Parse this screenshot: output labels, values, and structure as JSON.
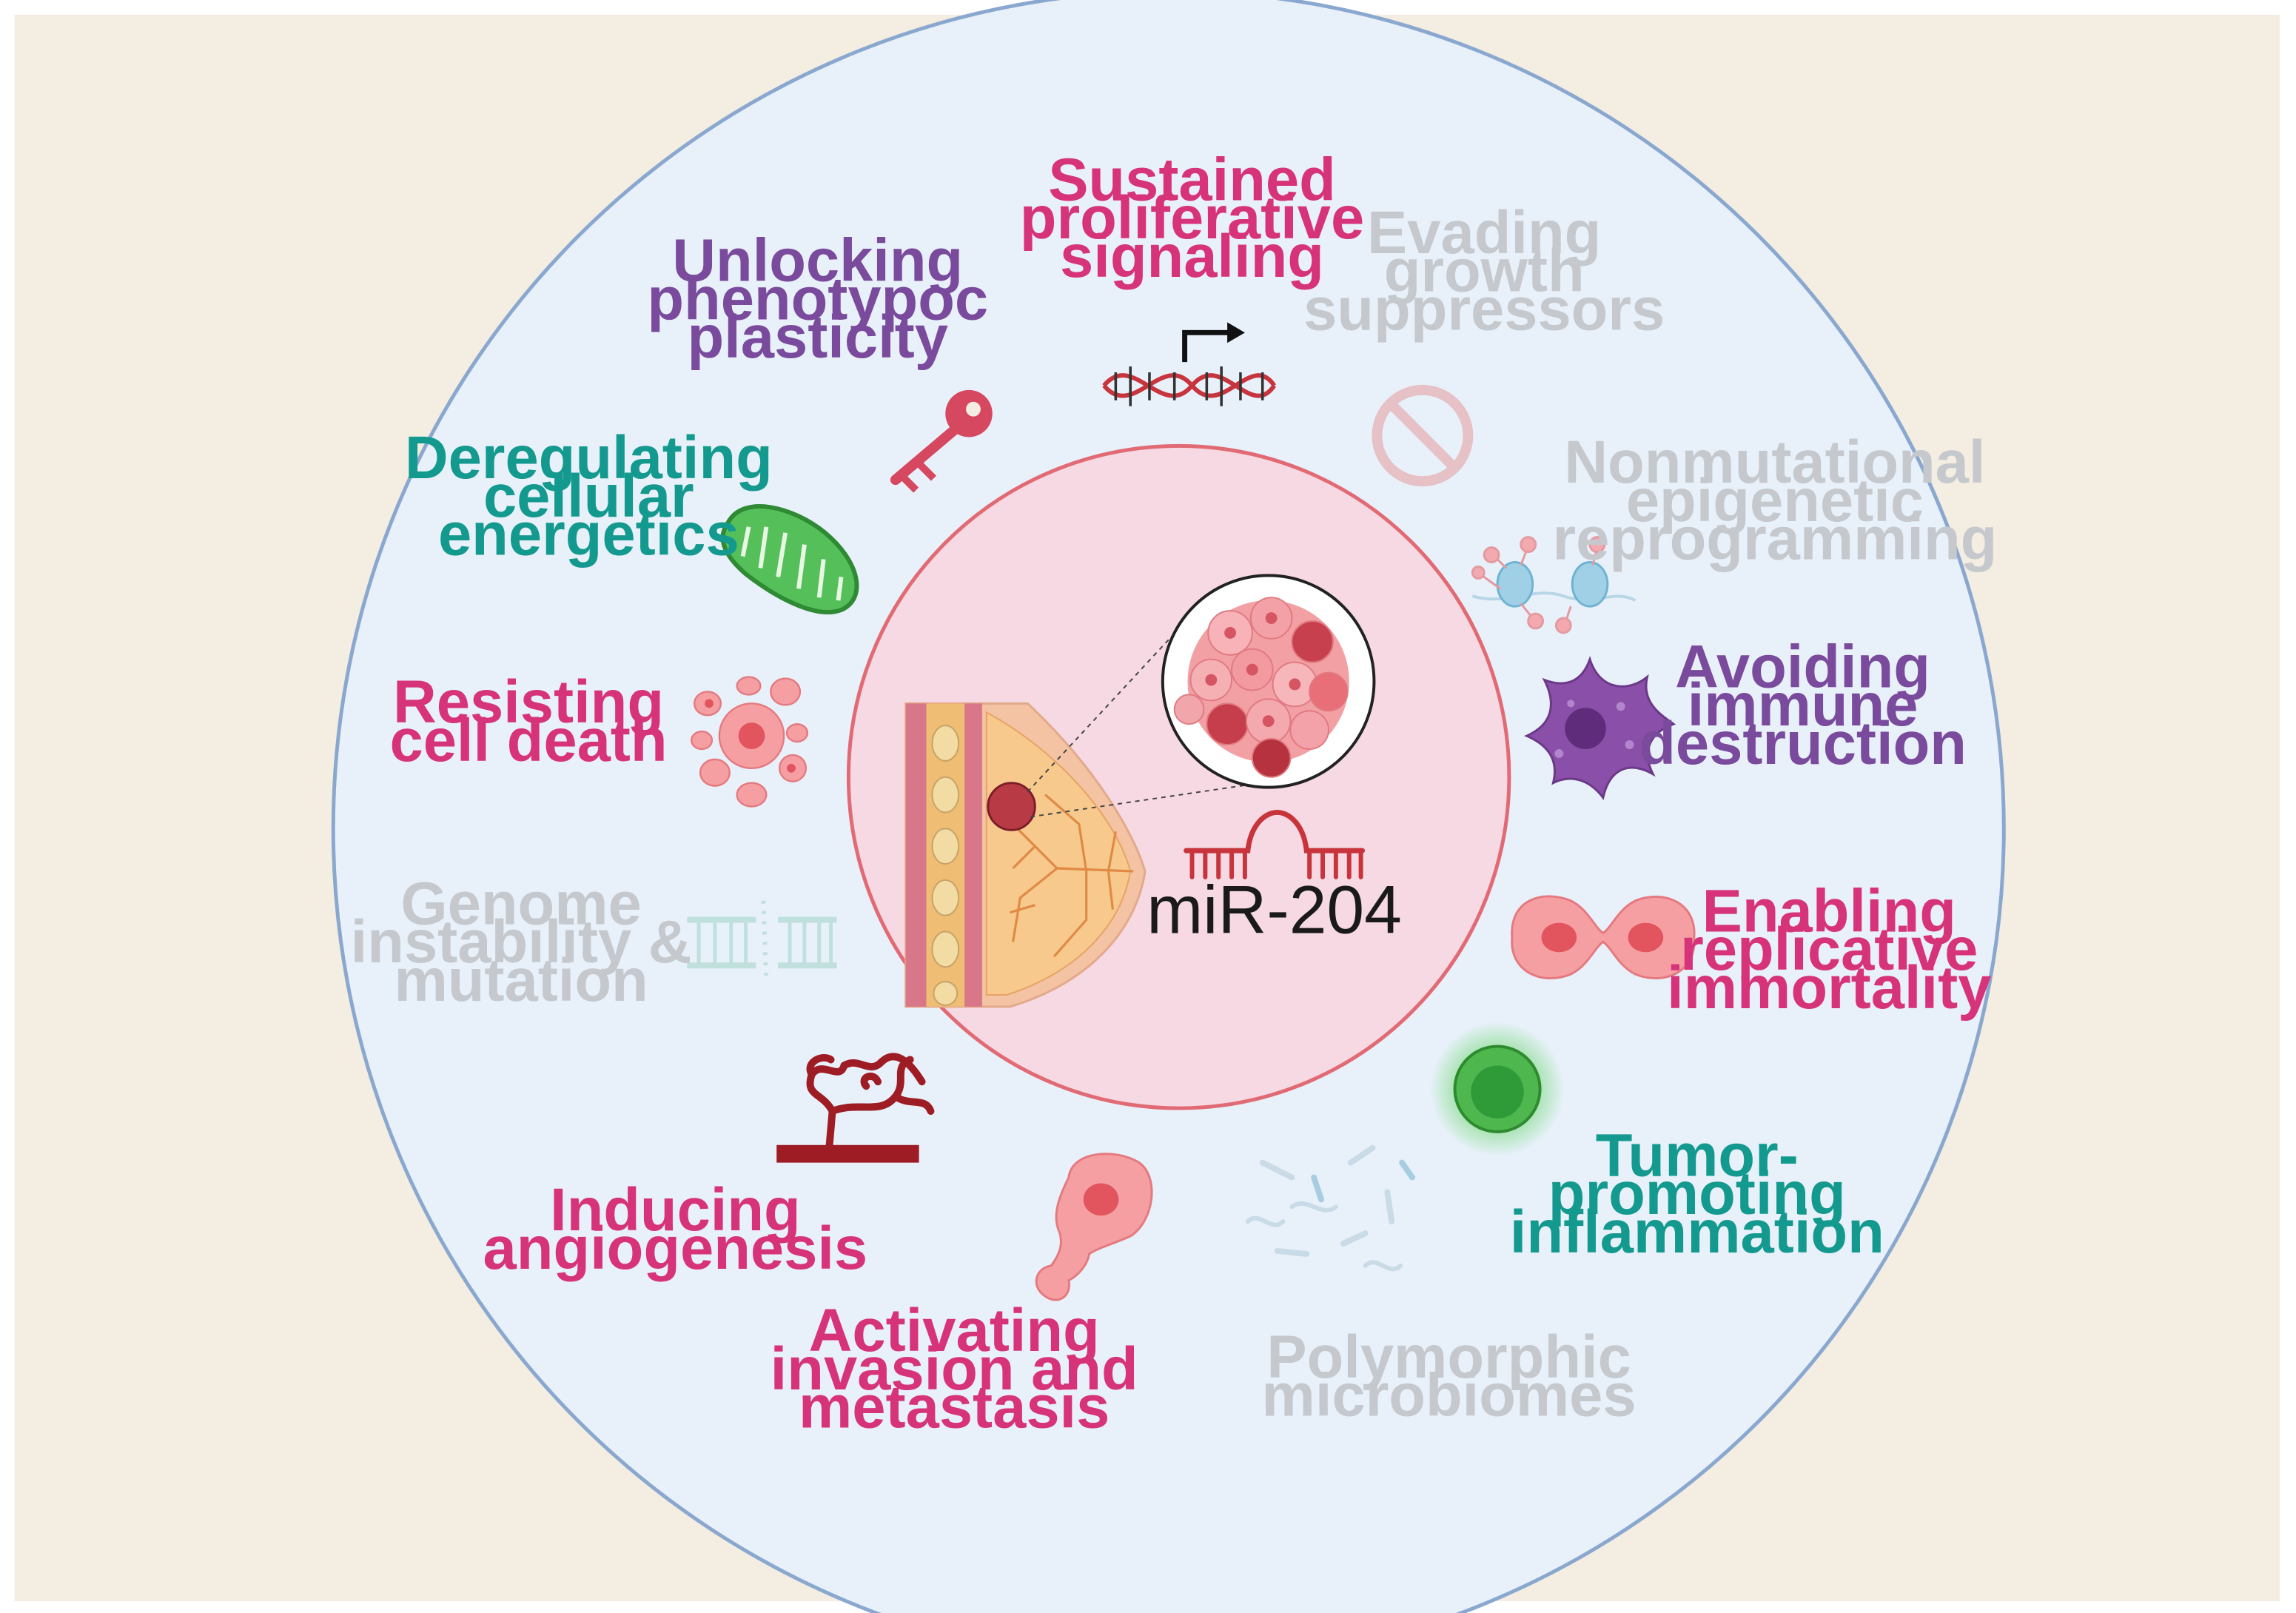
{
  "colors": {
    "pink": "#d6337a",
    "purple": "#7a4a9c",
    "teal": "#14998f",
    "faded": "#c5c8cc",
    "outer_bg": "#f4ede1",
    "disc_fill": "#e8f1fa",
    "disc_stroke": "#8aa8cf",
    "inner_fill": "#f6d9e3",
    "inner_stroke": "#e16a74"
  },
  "center": {
    "mirna_label": "miR-204"
  },
  "hallmarks": [
    {
      "id": "sustained",
      "lines": [
        "Sustained",
        "proliferative",
        "signaling"
      ],
      "color": "pink",
      "icon": "dna-transcription-icon"
    },
    {
      "id": "evading",
      "lines": [
        "Evading",
        "growth",
        "suppressors"
      ],
      "color": "faded",
      "icon": "prohibited-icon"
    },
    {
      "id": "nonmutational",
      "lines": [
        "Nonmutational",
        "epigenetic",
        "reprogramming"
      ],
      "color": "faded",
      "icon": "nucleosome-icon"
    },
    {
      "id": "avoiding",
      "lines": [
        "Avoiding",
        "immune",
        "destruction"
      ],
      "color": "purple",
      "icon": "immune-cell-icon"
    },
    {
      "id": "enabling",
      "lines": [
        "Enabling",
        "replicative",
        "immortality"
      ],
      "color": "pink",
      "icon": "dividing-cell-icon"
    },
    {
      "id": "tumor",
      "lines": [
        "Tumor-",
        "promoting",
        "inflammation"
      ],
      "color": "teal",
      "icon": "inflammatory-cell-icon"
    },
    {
      "id": "polymorphic",
      "lines": [
        "Polymorphic",
        "microbiomes"
      ],
      "color": "faded",
      "icon": "bacteria-icon"
    },
    {
      "id": "activating",
      "lines": [
        "Activating",
        "invasion and",
        "metastasis"
      ],
      "color": "pink",
      "icon": "migrating-cell-icon"
    },
    {
      "id": "inducing",
      "lines": [
        "Inducing",
        "angiogenesis"
      ],
      "color": "pink",
      "icon": "blood-vessel-icon"
    },
    {
      "id": "genome",
      "lines": [
        "Genome",
        "instability &",
        "mutation"
      ],
      "color": "faded",
      "icon": "broken-dna-icon"
    },
    {
      "id": "resisting",
      "lines": [
        "Resisting",
        "cell death"
      ],
      "color": "pink",
      "icon": "apoptotic-cell-icon"
    },
    {
      "id": "deregulating",
      "lines": [
        "Deregulating",
        "cellular",
        "energetics"
      ],
      "color": "teal",
      "icon": "mitochondrion-icon"
    },
    {
      "id": "unlocking",
      "lines": [
        "Unlocking",
        "phenotypoc",
        "plasticity"
      ],
      "color": "purple",
      "icon": "key-icon"
    }
  ]
}
